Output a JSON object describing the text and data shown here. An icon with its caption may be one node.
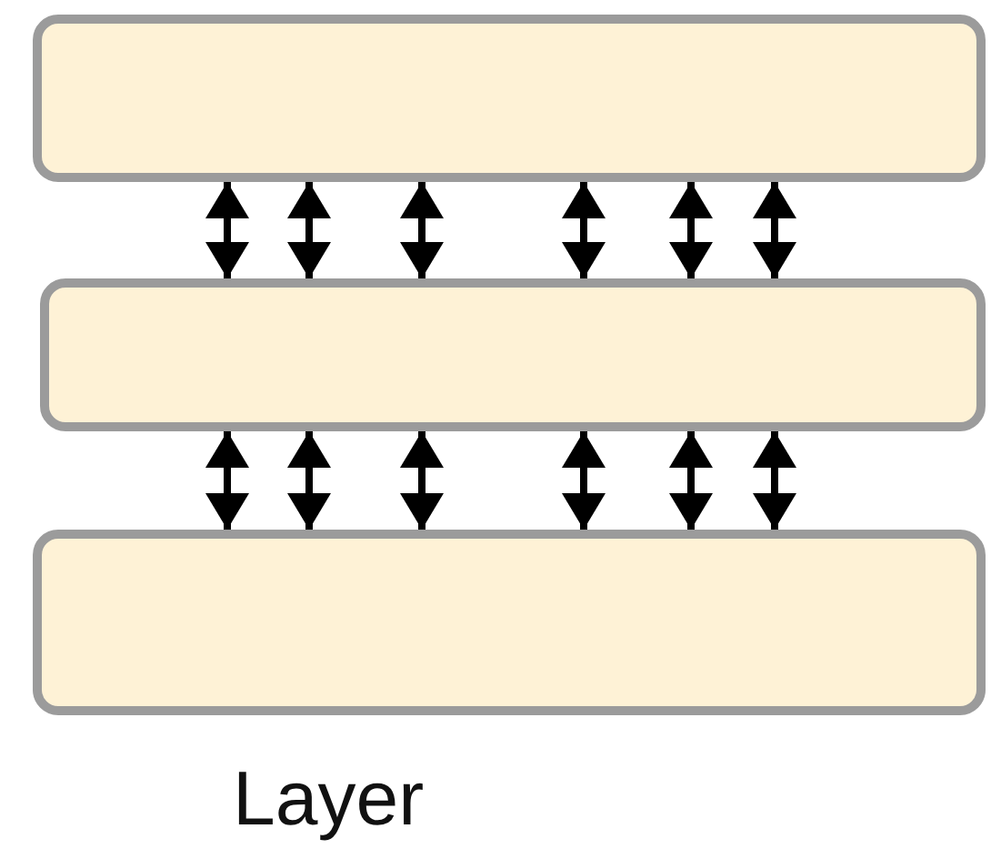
{
  "diagram": {
    "nodes": [
      {
        "text": [],
        "shape": "box"
      },
      {
        "text": [],
        "shape": "box"
      },
      {
        "text": [],
        "shape": "box"
      }
    ],
    "edges": [
      {
        "from": 0,
        "to": 1,
        "arrow": "both"
      },
      {
        "from": 0,
        "to": 1,
        "arrow": "both"
      },
      {
        "from": 0,
        "to": 1,
        "arrow": "both"
      },
      {
        "from": 0,
        "to": 1,
        "arrow": "both"
      },
      {
        "from": 0,
        "to": 1,
        "arrow": "both"
      },
      {
        "from": 0,
        "to": 1,
        "arrow": "both"
      },
      {
        "from": 1,
        "to": 2,
        "arrow": "both"
      },
      {
        "from": 1,
        "to": 2,
        "arrow": "both"
      },
      {
        "from": 1,
        "to": 2,
        "arrow": "both"
      },
      {
        "from": 1,
        "to": 2,
        "arrow": "both"
      },
      {
        "from": 1,
        "to": 2,
        "arrow": "both"
      },
      {
        "from": 1,
        "to": 2,
        "arrow": "both"
      }
    ],
    "labels": [
      "Layer"
    ]
  }
}
